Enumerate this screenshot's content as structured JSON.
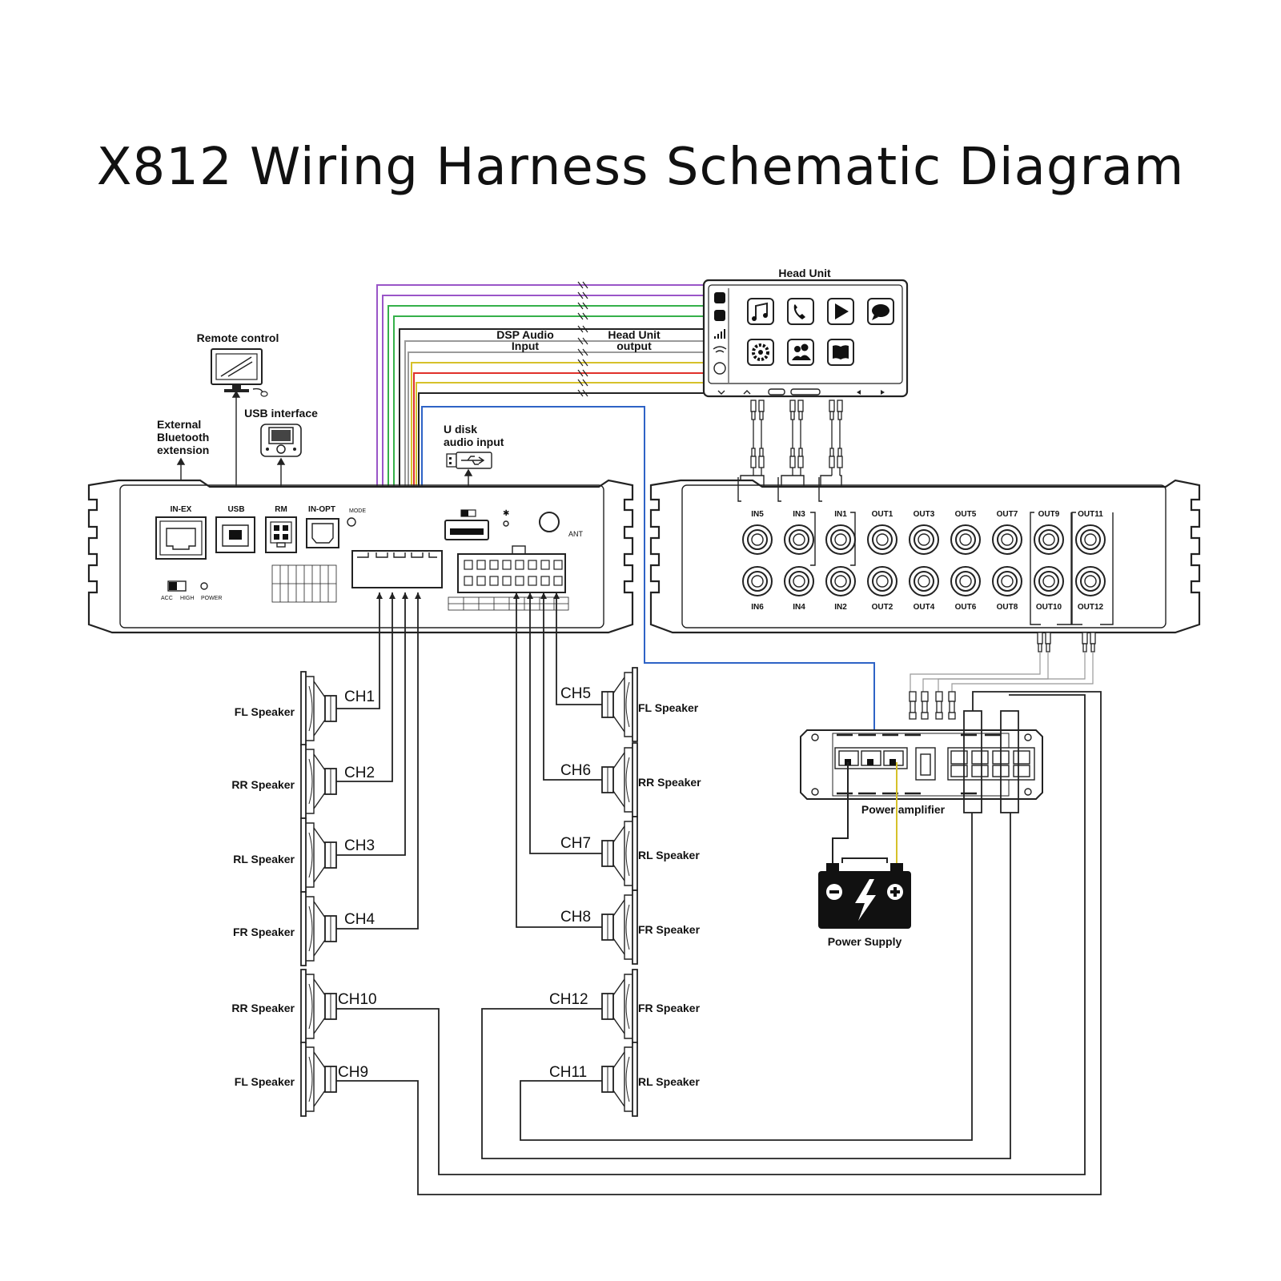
{
  "title": "X812 Wiring Harness Schematic Diagram",
  "colors": {
    "wire_purple": "#9a55c8",
    "wire_green": "#35b04a",
    "wire_gray": "#9a9a9a",
    "wire_yellow": "#d6c12a",
    "wire_red": "#e0302b",
    "wire_blue": "#2e63c6",
    "wire_black": "#222222"
  },
  "head_unit": {
    "label": "Head Unit",
    "icons": [
      "music-icon",
      "phone-icon",
      "play-icon",
      "chat-icon",
      "settings-icon",
      "contacts-icon",
      "book-icon"
    ]
  },
  "wire_labels": {
    "dsp_audio_input_1": "DSP Audio",
    "dsp_audio_input_2": "Input",
    "head_unit_output_1": "Head Unit",
    "head_unit_output_2": "output"
  },
  "peripherals": {
    "remote_control": "Remote control",
    "usb_interface": "USB interface",
    "bt_ext_1": "External",
    "bt_ext_2": "Bluetooth",
    "bt_ext_3": "extension",
    "u_disk_1": "U disk",
    "u_disk_2": "audio input"
  },
  "dsp_left_panel": {
    "ports": [
      "IN-EX",
      "USB",
      "RM",
      "IN-OPT"
    ],
    "mode": "MODE",
    "ant": "ANT",
    "acc": "ACC",
    "high": "HIGH",
    "power": "POWER"
  },
  "dsp_right_panel": {
    "top_inputs": [
      "IN5",
      "IN3",
      "IN1"
    ],
    "bottom_inputs": [
      "IN6",
      "IN4",
      "IN2"
    ],
    "top_outputs": [
      "OUT1",
      "OUT3",
      "OUT5",
      "OUT7",
      "OUT9",
      "OUT11"
    ],
    "bottom_outputs": [
      "OUT2",
      "OUT4",
      "OUT6",
      "OUT8",
      "OUT10",
      "OUT12"
    ]
  },
  "speakers_left": [
    {
      "name": "FL Speaker",
      "channel": "CH1"
    },
    {
      "name": "RR Speaker",
      "channel": "CH2"
    },
    {
      "name": "RL Speaker",
      "channel": "CH3"
    },
    {
      "name": "FR Speaker",
      "channel": "CH4"
    },
    {
      "name": "RR Speaker",
      "channel": "CH10"
    },
    {
      "name": "FL Speaker",
      "channel": "CH9"
    }
  ],
  "speakers_right": [
    {
      "name": "FL Speaker",
      "channel": "CH5"
    },
    {
      "name": "RR Speaker",
      "channel": "CH6"
    },
    {
      "name": "RL Speaker",
      "channel": "CH7"
    },
    {
      "name": "FR Speaker",
      "channel": "CH8"
    },
    {
      "name": "FR Speaker",
      "channel": "CH12"
    },
    {
      "name": "RL Speaker",
      "channel": "CH11"
    }
  ],
  "power_amplifier": "Power amplifier",
  "power_supply": "Power Supply"
}
